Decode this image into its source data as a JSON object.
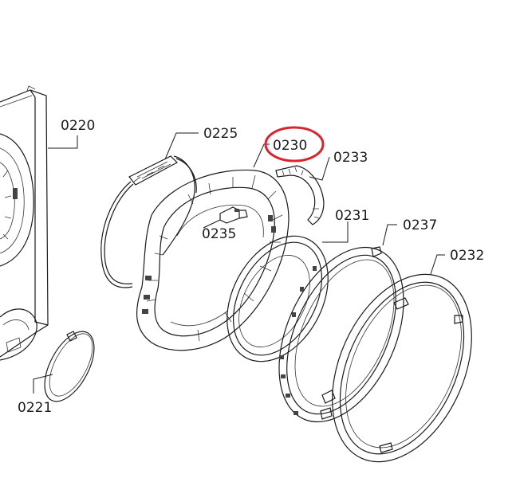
{
  "diagram": {
    "highlight_color": "#d9262e",
    "line_color": "#1a1a1a",
    "labels": {
      "p0220": "0220",
      "p0221": "0221",
      "p0225": "0225",
      "p0230": "0230",
      "p0231": "0231",
      "p0232": "0232",
      "p0233": "0233",
      "p0235": "0235",
      "p0237": "0237"
    },
    "highlighted_part": "0230"
  }
}
